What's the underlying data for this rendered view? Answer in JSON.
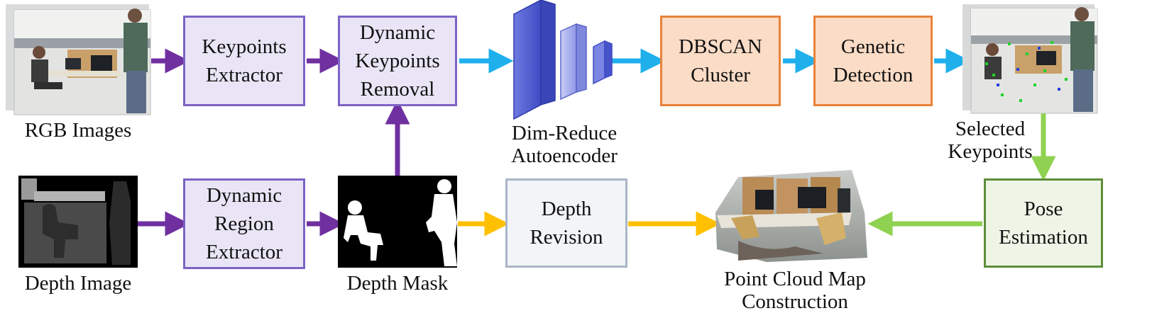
{
  "labels": {
    "rgb_images": "RGB Images",
    "depth_image": "Depth Image",
    "depth_mask": "Depth Mask",
    "autoencoder": "Dim-Reduce\nAutoencoder",
    "selected_keypoints": "Selected\nKeypoints",
    "point_cloud": "Point Cloud Map\nConstruction"
  },
  "boxes": {
    "keypoints_extractor": "Keypoints\nExtractor",
    "dynamic_keypoints_removal": "Dynamic\nKeypoints\nRemoval",
    "dbscan_cluster": "DBSCAN\nCluster",
    "genetic_detection": "Genetic\nDetection",
    "dynamic_region_extractor": "Dynamic\nRegion\nExtractor",
    "depth_revision": "Depth\nRevision",
    "pose_estimation": "Pose\nEstimation"
  },
  "colors": {
    "purple_arrow": "#7030a0",
    "blue_arrow": "#1fb0ec",
    "yellow_arrow": "#ffc000",
    "green_arrow": "#8fd150",
    "autoencoder_blue": "#4a56cf"
  }
}
